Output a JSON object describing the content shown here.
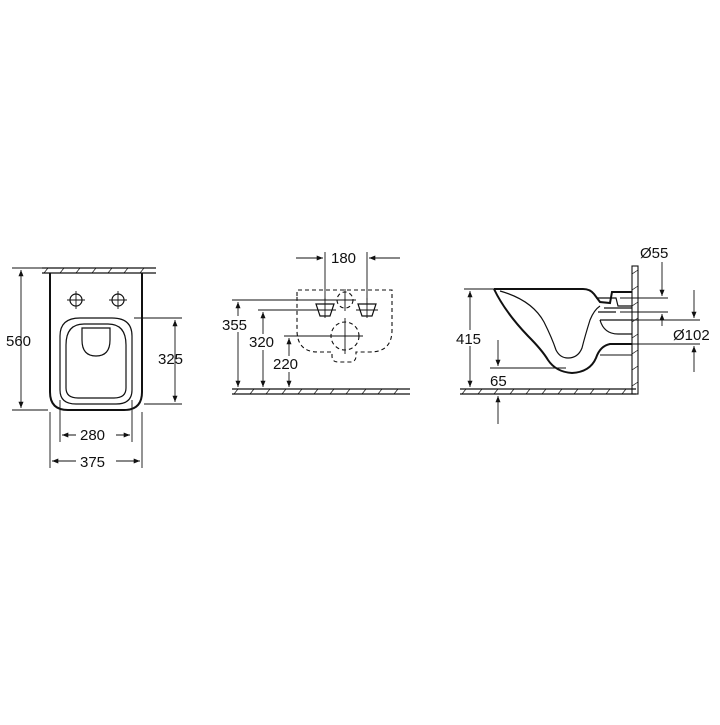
{
  "views": {
    "top": {
      "dim_length": "560",
      "dim_seat_depth": "325",
      "dim_inner_width": "280",
      "dim_outer_width": "375"
    },
    "wall": {
      "dim_fixing_spacing": "180",
      "dim_height_a": "355",
      "dim_height_b": "320",
      "dim_height_c": "220"
    },
    "side": {
      "dim_height": "415",
      "dim_outlet_height": "65",
      "dim_inlet_diameter": "Ø55",
      "dim_outlet_diameter": "Ø102"
    }
  },
  "colors": {
    "line": "#111111",
    "background": "#ffffff"
  }
}
